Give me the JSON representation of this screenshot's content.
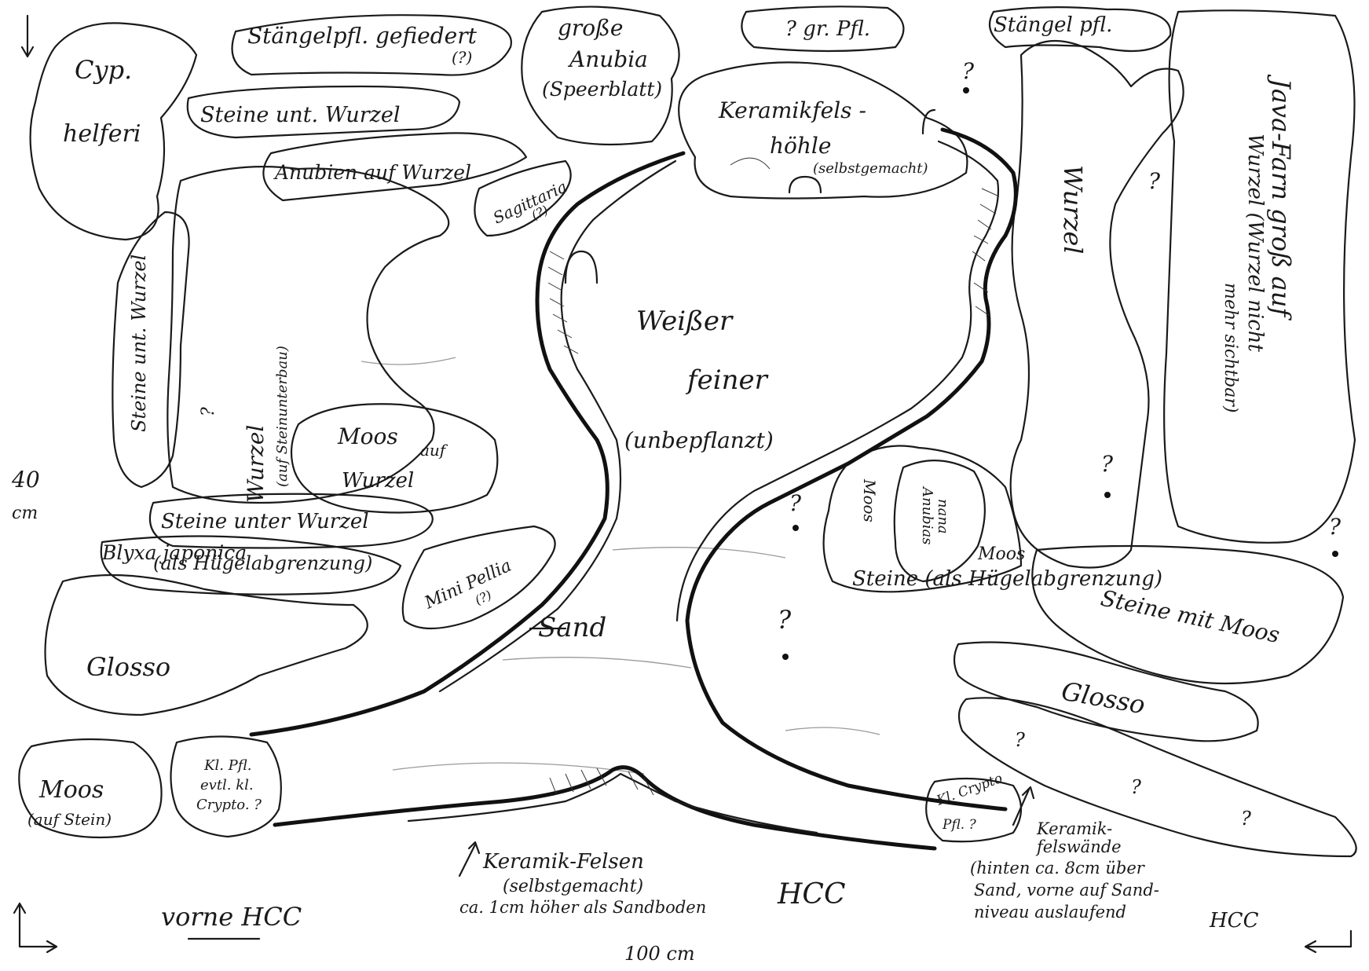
{
  "labels": {
    "cyp_line1": "Cyp.",
    "cyp_line2": "helferi",
    "staengel_gefiedert": "Stängelpfl. gefiedert",
    "staengel_gefiedert_q": "(?)",
    "grosse": "große",
    "anubia": "Anubia",
    "speerblatt": "(Speerblatt)",
    "gr_pfl": "? gr. Pfl.",
    "staengel_pfl": "Stängel pfl.",
    "java_line1": "Java-Farn groß auf",
    "java_line2": "Wurzel (Wurzel nicht",
    "java_line3": "mehr sichtbar)",
    "steine_unt_wurzel": "Steine unt. Wurzel",
    "anubien_auf_wurzel": "Anubien auf Wurzel",
    "keramikfels": "Keramikfels -",
    "hoehle": "höhle",
    "selbstgemacht1": "(selbstgemacht)",
    "sagittaria": "Sagittaria",
    "sagittaria_q": "(?)",
    "wurzel_right": "Wurzel",
    "steine_unt_wurzel_vertical": "Steine unt. Wurzel",
    "wurzel_mid": "Wurzel",
    "auf_steinen": "(auf Steinunterbau)",
    "q_mark": "?",
    "weisser": "Weißer",
    "feiner": "feiner",
    "unbepflanzt": "(unbepflanzt)",
    "moos_auf_wurzel_1": "Moos",
    "moos_auf_wurzel_2": "auf",
    "moos_auf_wurzel_3": "Wurzel",
    "cm40_1": "40",
    "cm40_2": "cm",
    "steine_unter_wurzel": "Steine unter Wurzel",
    "als_huegel": "(als Hügelabgrenzung)",
    "blyxa": "Blyxa japonica",
    "mini_pellia": "Mini Pellia",
    "mini_pellia_q": "(?)",
    "sand": "Sand",
    "moos_right_a": "Moos",
    "anubias_nana_1": "Anubias",
    "anubias_nana_2": "nana",
    "moos_right_b": "Moos",
    "steine_als_huegel": "Steine (als Hügelabgrenzung)",
    "steine_mit_moos": "Steine mit Moos",
    "glosso_left": "Glosso",
    "glosso_right": "Glosso",
    "moos_stein_1": "Moos",
    "moos_stein_2": "(auf Stein)",
    "kl_pfl_1": "Kl. Pfl.",
    "kl_pfl_2": "evtl. kl.",
    "kl_pfl_3": "Crypto. ?",
    "kl_crypto_1": "Kl. Crypto",
    "kl_crypto_2": "Pfl. ?",
    "keramik_felsen": "Keramik-Felsen",
    "selbstgemacht2": "(selbstgemacht)",
    "ca_1cm": "ca. 1cm höher als Sandboden",
    "keramik_felswaende_1": "Keramik-",
    "keramik_felswaende_2": "felswände",
    "keramik_felswaende_3": "(hinten ca. 8cm über",
    "keramik_felswaende_4": "Sand, vorne auf Sand-",
    "keramik_felswaende_5": "niveau auslaufend",
    "vorne_hcc": "vorne HCC",
    "hcc_mid": "HCC",
    "hcc_right": "HCC",
    "cm100": "100 cm"
  }
}
